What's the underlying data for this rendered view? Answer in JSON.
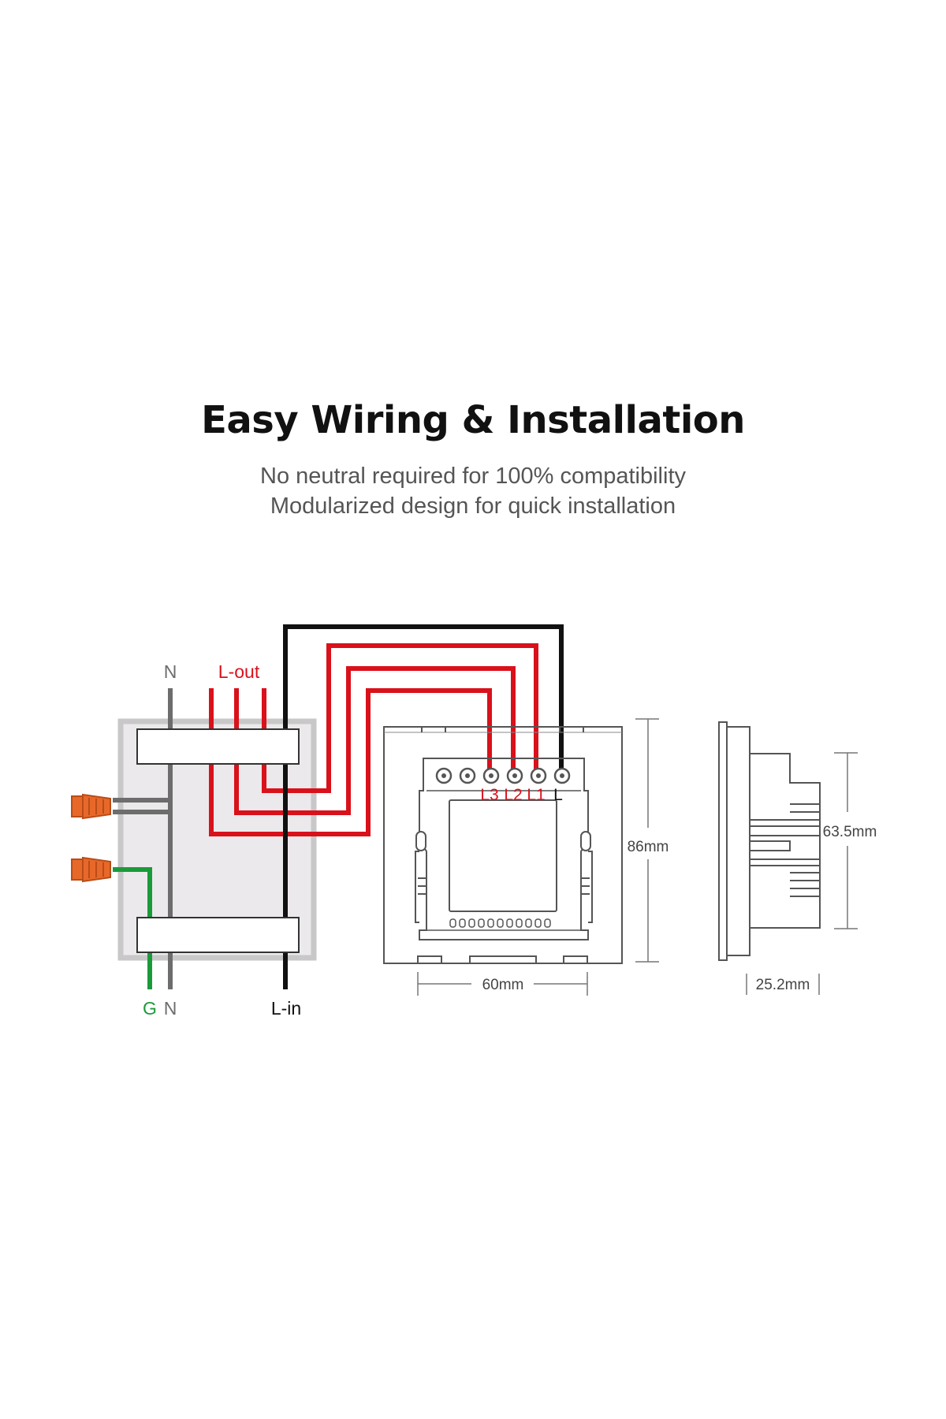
{
  "header": {
    "title": "Easy Wiring & Installation",
    "subtitle_line1": "No neutral required for 100% compatibility",
    "subtitle_line2": "Modularized design for quick installation"
  },
  "wiring": {
    "label_n_top": "N",
    "label_l_out": "L-out",
    "label_g": "G",
    "label_n_bottom": "N",
    "label_l_in": "L-in",
    "terminal_labels": [
      "L3",
      "L2",
      "L1",
      "L"
    ]
  },
  "dimensions": {
    "height": "86mm",
    "width": "60mm",
    "module_height": "63.5mm",
    "depth": "25.2mm"
  },
  "colors": {
    "live_out": "#d9111b",
    "live_in": "#111111",
    "ground": "#1b9a3a",
    "neutral": "#6d6d6d",
    "connector": "#e8682a",
    "outline": "#555555"
  }
}
